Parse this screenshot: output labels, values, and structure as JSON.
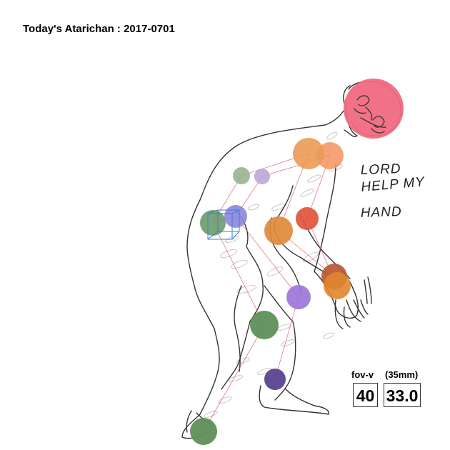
{
  "title": "Today's Atarichan : 2017-0701",
  "handwriting": {
    "line1": "LORD",
    "line2": "HELP MY",
    "line3": "HAND"
  },
  "hud": {
    "fov_label": "fov-v",
    "focal_label": "(35mm)",
    "fov_value": "40",
    "focal_value": "33.0"
  },
  "colors": {
    "head": "#f06a80",
    "sketch_line": "#333333",
    "rig_line": "#e8506a",
    "ghost_rib": "#c8c8c8",
    "gizmo": "#3a7fd8"
  },
  "joints": [
    {
      "name": "head",
      "color": "#f06a80",
      "opacity": 0.95
    },
    {
      "name": "shoulder-left",
      "color": "#f5935f",
      "opacity": 0.85
    },
    {
      "name": "shoulder-right",
      "color": "#eb9a55",
      "opacity": 0.9
    },
    {
      "name": "chest-left",
      "color": "#8fb08a",
      "opacity": 0.85
    },
    {
      "name": "chest-right",
      "color": "#b9a3d4",
      "opacity": 0.85
    },
    {
      "name": "hip-left",
      "color": "#6b9a6a",
      "opacity": 0.9
    },
    {
      "name": "hip-right",
      "color": "#8d86dd",
      "opacity": 0.9
    },
    {
      "name": "elbow-right",
      "color": "#e08a3a",
      "opacity": 0.92
    },
    {
      "name": "elbow-left",
      "color": "#e0553c",
      "opacity": 0.92
    },
    {
      "name": "hand-right",
      "color": "#b9552f",
      "opacity": 0.9
    },
    {
      "name": "hand-left",
      "color": "#e0862f",
      "opacity": 0.9
    },
    {
      "name": "knee-right",
      "color": "#9c76d8",
      "opacity": 0.92
    },
    {
      "name": "knee-left",
      "color": "#5f8f5a",
      "opacity": 0.95
    },
    {
      "name": "ankle-right",
      "color": "#5a4490",
      "opacity": 0.95
    },
    {
      "name": "foot-left",
      "color": "#5f8f5a",
      "opacity": 0.95
    }
  ]
}
